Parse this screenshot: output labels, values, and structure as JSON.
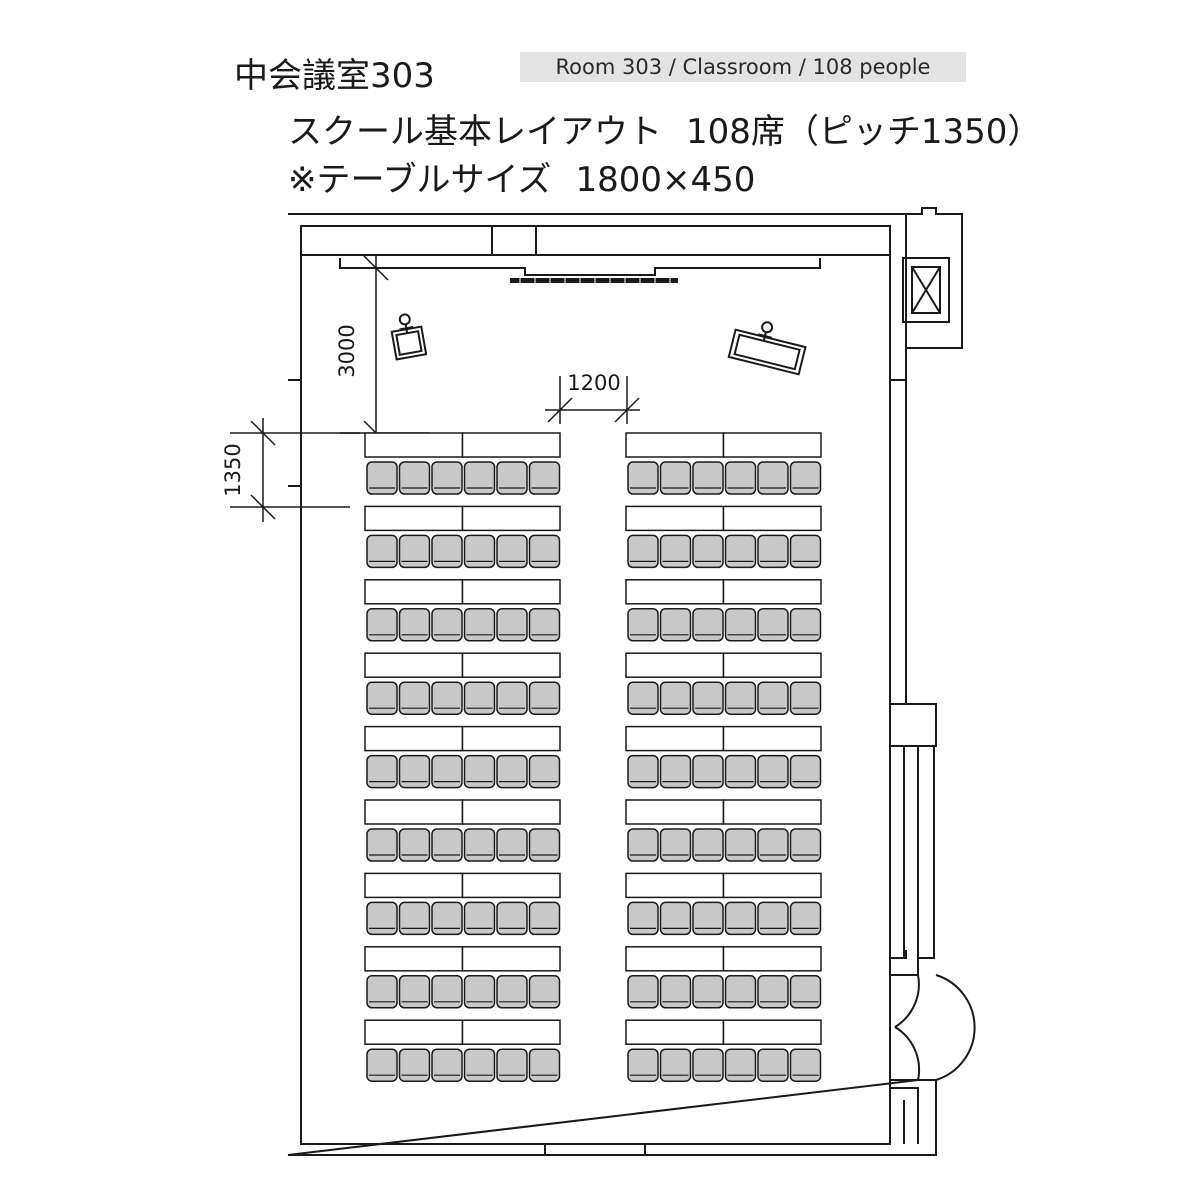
{
  "header": {
    "room_name": "中会議室303",
    "english_label": "Room 303 / Classroom / 108 people",
    "layout_label": "スクール基本レイアウト",
    "seat_info": "108席（ピッチ1350）",
    "table_size_label": "※テーブルサイズ",
    "table_size_value": "1800×450"
  },
  "dimensions": {
    "front_distance": "3000",
    "aisle_width": "1200",
    "row_pitch": "1350"
  },
  "seating": {
    "rows": 9,
    "blocks": 2,
    "tables_per_row_block": 2,
    "chairs_per_row_block": 6,
    "total_seats": 108
  },
  "colors": {
    "chair_fill": "#c8c8c8",
    "line": "#1a1a1a",
    "label_bg": "#e3e3e3"
  }
}
